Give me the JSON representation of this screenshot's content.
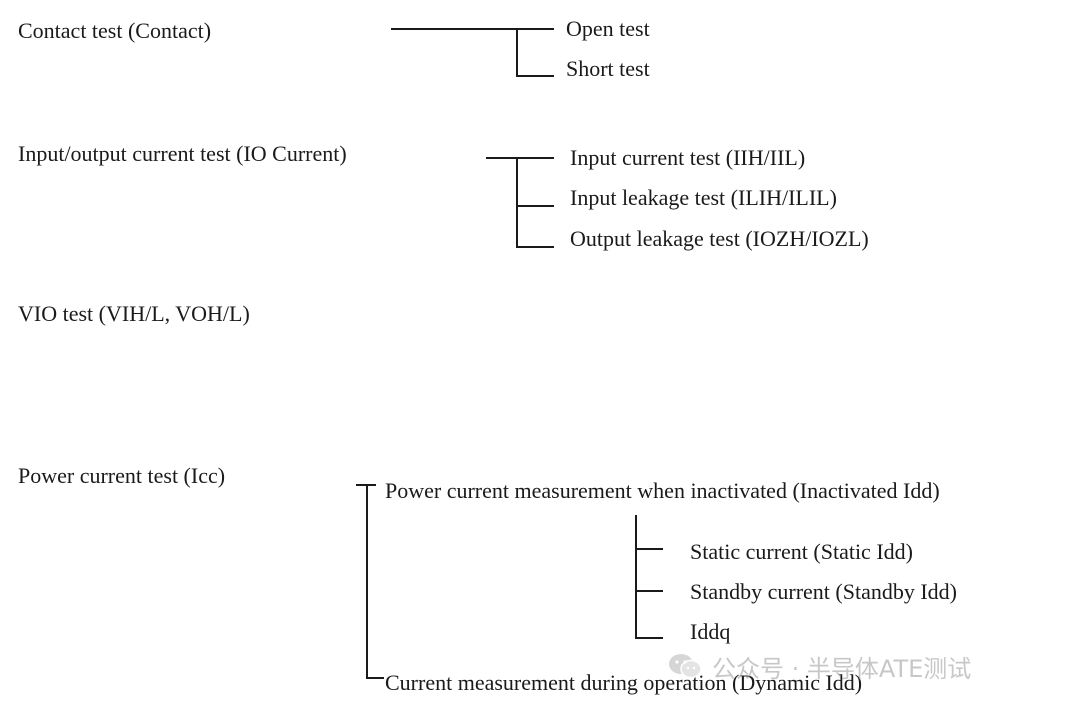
{
  "groups": [
    {
      "title": "Contact test (Contact)",
      "items": [
        "Open test",
        "Short test"
      ]
    },
    {
      "title": "Input/output current test (IO Current)",
      "items": [
        "Input current test (IIH/IIL)",
        "Input leakage test (ILIH/ILIL)",
        "Output leakage test (IOZH/IOZL)"
      ]
    },
    {
      "title": "VIO test (VIH/L, VOH/L)",
      "items": []
    },
    {
      "title": "Power current test (Icc)",
      "branches": [
        {
          "label": "Power current measurement when inactivated (Inactivated Idd)",
          "items": [
            "Static current (Static Idd)",
            "Standby current (Standby Idd)",
            "Iddq"
          ]
        },
        {
          "label": "Current measurement during operation (Dynamic Idd)",
          "items": []
        }
      ]
    }
  ],
  "watermark": {
    "text": "公众号 · 半导体ATE测试",
    "icon": "wechat-icon"
  }
}
